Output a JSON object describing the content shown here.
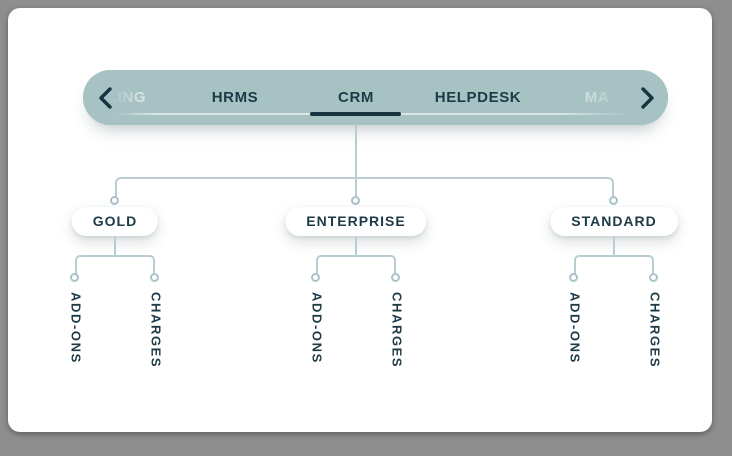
{
  "nav": {
    "tabs": [
      {
        "label": "LING",
        "state": "clipped-left"
      },
      {
        "label": "HRMS",
        "state": "default"
      },
      {
        "label": "CRM",
        "state": "active"
      },
      {
        "label": "HELPDESK",
        "state": "default"
      },
      {
        "label": "MA",
        "state": "clipped-right"
      }
    ],
    "active_tab": "CRM",
    "scroll_left_icon": "chevron-left",
    "scroll_right_icon": "chevron-right"
  },
  "tree": {
    "root": "CRM",
    "plans": [
      {
        "label": "GOLD",
        "children": [
          "ADD-ONS",
          "CHARGES"
        ]
      },
      {
        "label": "ENTERPRISE",
        "children": [
          "ADD-ONS",
          "CHARGES"
        ]
      },
      {
        "label": "STANDARD",
        "children": [
          "ADD-ONS",
          "CHARGES"
        ]
      }
    ]
  },
  "colors": {
    "nav_background": "#a6c2c2",
    "ink": "#1d3a46",
    "active_underline": "#16333f",
    "connector": "#b7cdd2",
    "card_background": "#ffffff",
    "surround": "#8e8e8e"
  }
}
